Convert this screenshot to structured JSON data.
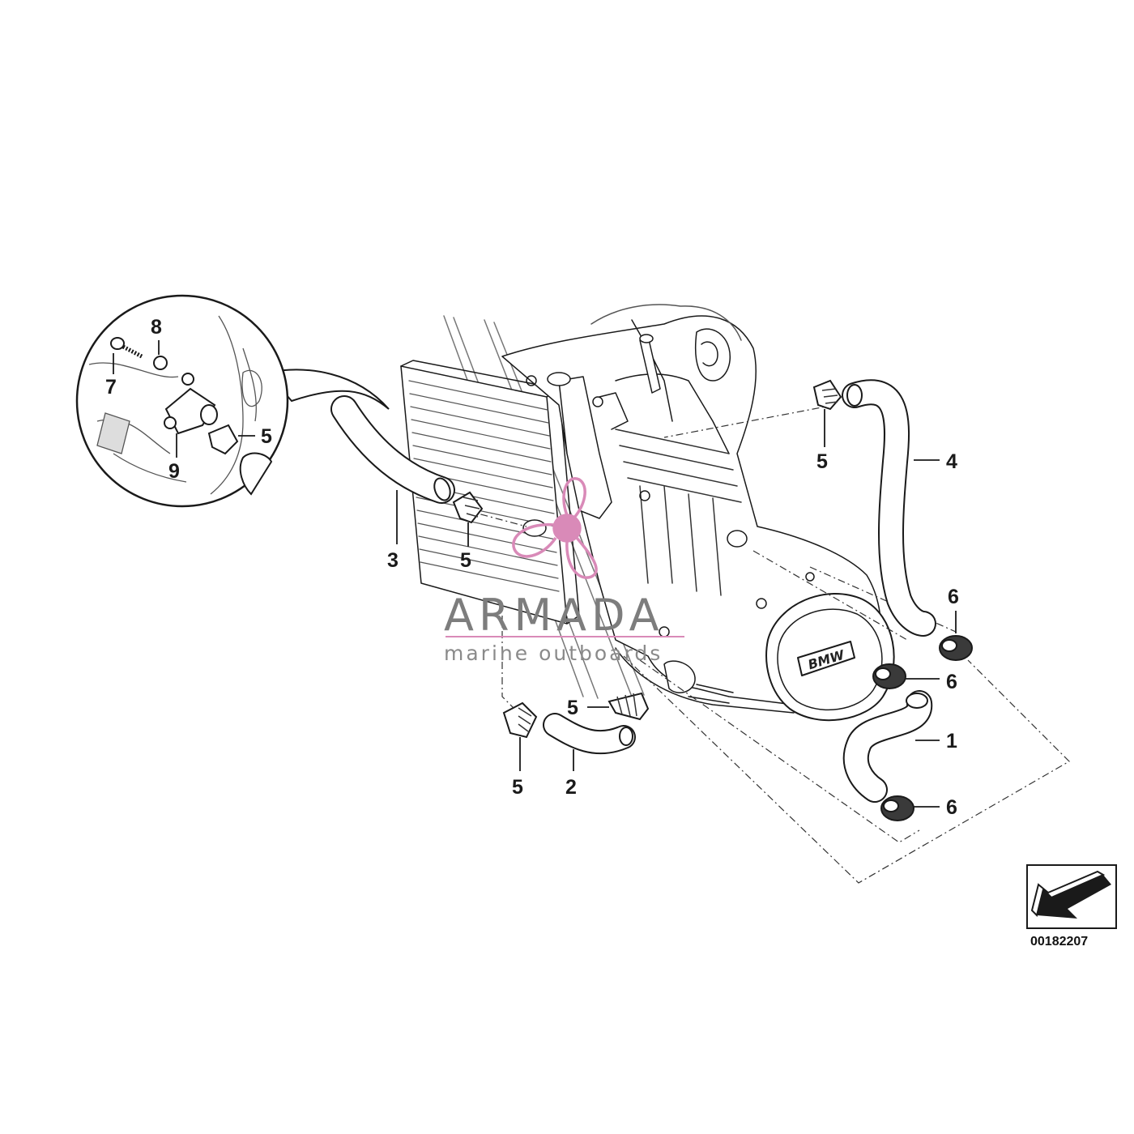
{
  "diagram": {
    "callouts": {
      "c1": "1",
      "c2": "2",
      "c3": "3",
      "c4": "4",
      "c5_detail": "5",
      "c5_top": "5",
      "c5_left": "5",
      "c5_mid": "5",
      "c5_bottom": "5",
      "c6_top": "6",
      "c6_mid": "6",
      "c6_bottom": "6",
      "c7": "7",
      "c8": "8",
      "c9": "9"
    },
    "badge": "BMW",
    "document_number": "00182207",
    "icon": "arrow-orientation-icon"
  },
  "watermark": {
    "title": "ARMADA",
    "subtitle": "marine outboards",
    "logo_icon": "propeller-icon",
    "accent_color": "#d98ab8"
  },
  "colors": {
    "line": "#1a1a1a",
    "shade": "#9a9a9a",
    "background": "#ffffff"
  }
}
